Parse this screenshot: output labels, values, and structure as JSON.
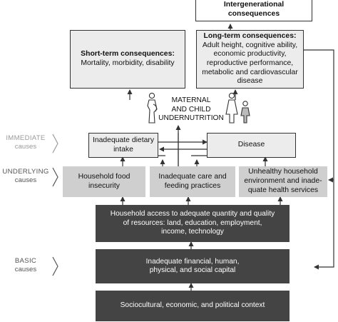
{
  "top": {
    "intergenerational": [
      "Intergenerational",
      "consequences"
    ]
  },
  "consequences": {
    "short_term_title": "Short-term consequences:",
    "short_term_body": "Mortality, morbidity, disability",
    "long_term_title": "Long-term consequences:",
    "long_term_lines": [
      "Adult height, cognitive ability,",
      "economic productivity,",
      "reproductive performance,",
      "metabolic and cardiovascular",
      "disease"
    ]
  },
  "center_label": [
    "MATERNAL",
    "AND CHILD",
    "UNDERNUTRITION"
  ],
  "immediate": {
    "side_title": "IMMEDIATE",
    "side_sub": "causes",
    "dietary": [
      "Inadequate dietary",
      "intake"
    ],
    "disease": "Disease"
  },
  "underlying": {
    "side_title": "UNDERLYING",
    "side_sub": "causes",
    "food": [
      "Household food",
      "insecurity"
    ],
    "care": [
      "Inadequate care and",
      "feeding practices"
    ],
    "environment": [
      "Unhealthy household",
      "environment and inade-",
      "quate health services"
    ]
  },
  "basic": {
    "side_title": "BASIC",
    "side_sub": "causes",
    "access": [
      "Household access to adequate quantity and quality",
      "of resources: land, education, employment,",
      "income, technology"
    ],
    "capital": [
      "Inadequate financial, human,",
      "physical, and social capital"
    ],
    "context": "Sociocultural, economic, and political context"
  },
  "colors": {
    "dark_box": "#444444",
    "mid_box": "#cfcfcf",
    "light_box": "#ececec",
    "side_immediate": "#9a9a9a",
    "side_other": "#555555"
  }
}
